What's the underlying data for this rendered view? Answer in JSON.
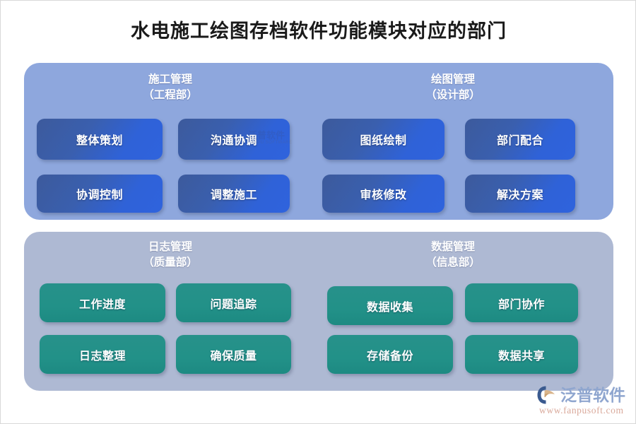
{
  "title": "水电施工绘图存档软件功能模块对应的部门",
  "colors": {
    "panel_top_bg": "#8ea7dd",
    "panel_bottom_bg": "#aeb9d3",
    "module_blue": "#2f62d8",
    "module_green": "#229188",
    "title_text": "#1a1a1a",
    "header_text": "#ffffff",
    "brand_blue": "#8fa6cf",
    "brand_orange": "#d9a89a"
  },
  "panels": [
    {
      "id": "panel-top",
      "theme": "blue",
      "groups": [
        {
          "id": "group-construction",
          "name": "施工管理",
          "department": "（工程部）",
          "modules": [
            {
              "label": "整体策划"
            },
            {
              "label": "沟通协调"
            },
            {
              "label": "协调控制"
            },
            {
              "label": "调整施工"
            }
          ]
        },
        {
          "id": "group-drawing",
          "name": "绘图管理",
          "department": "（设计部）",
          "modules": [
            {
              "label": "图纸绘制"
            },
            {
              "label": "部门配合"
            },
            {
              "label": "审核修改"
            },
            {
              "label": "解决方案"
            }
          ]
        }
      ]
    },
    {
      "id": "panel-bottom",
      "theme": "green",
      "groups": [
        {
          "id": "group-log",
          "name": "日志管理",
          "department": "（质量部）",
          "modules": [
            {
              "label": "工作进度"
            },
            {
              "label": "问题追踪"
            },
            {
              "label": "日志整理"
            },
            {
              "label": "确保质量"
            }
          ]
        },
        {
          "id": "group-data",
          "name": "数据管理",
          "department": "（信息部）",
          "modules": [
            {
              "label": "数据收集"
            },
            {
              "label": "部门协作"
            },
            {
              "label": "存储备份"
            },
            {
              "label": "数据共享"
            }
          ]
        }
      ]
    }
  ],
  "brand": {
    "name": "泛普软件",
    "url": "www.fanpusoft.com",
    "mark_icon": "fanpu-logo-icon"
  },
  "inner_watermark": {
    "name": "泛普软件",
    "sub": "FANPU SOFTWARE"
  }
}
